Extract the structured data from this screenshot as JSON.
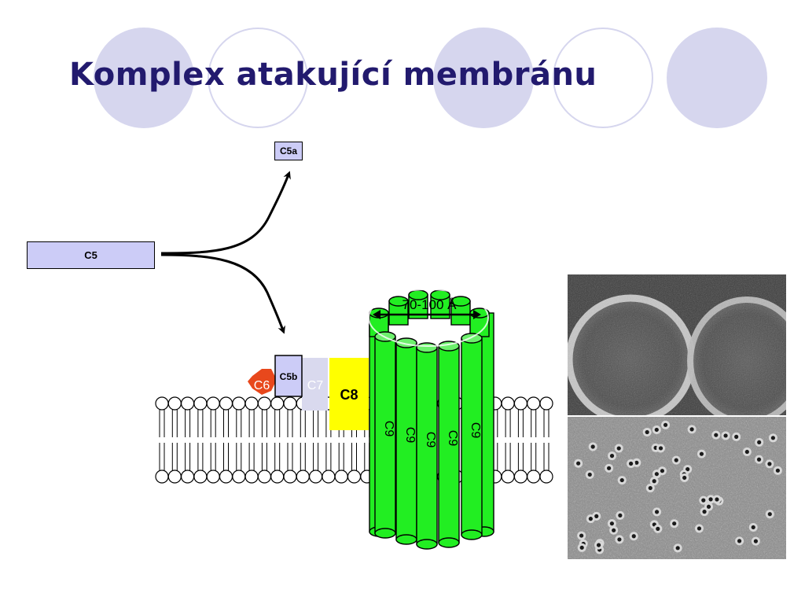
{
  "title": "Komplex atakující membránu",
  "labels": {
    "c5": "C5",
    "c5a": "C5a",
    "c5b": "C5b",
    "c6": "C6",
    "c7": "C7",
    "c8": "C8",
    "c9": "C9",
    "pore_width": "70-100 Å"
  },
  "colors": {
    "title": "#221a6e",
    "decor_circle": "#d6d6ee",
    "complement_box": "#ccccf7",
    "c6": "#e8481c",
    "c7": "#d9d9ee",
    "c8": "#ffff00",
    "c9": "#22ee22"
  }
}
